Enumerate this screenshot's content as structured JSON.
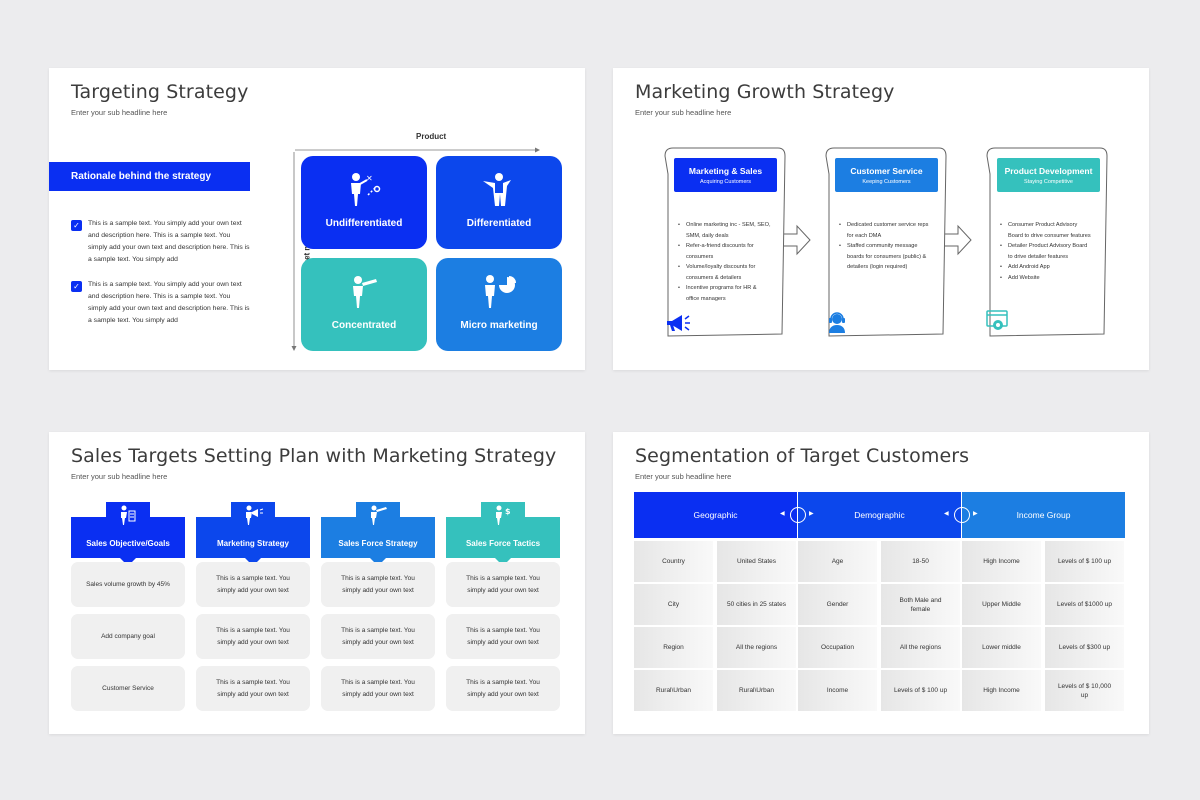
{
  "slide1": {
    "title": "Targeting Strategy",
    "subtitle": "Enter your sub headline here",
    "rationale": "Rationale behind the strategy",
    "points": [
      "This is a sample text. You simply add your own text and description here. This is a sample text. You simply add your own text and description here. This is a sample text. You simply add",
      "This is a sample text. You simply add your own text and description here. This is a sample text. You simply add your own text and description here. This is a sample text. You simply add"
    ],
    "x_axis": "Product",
    "y_axis": "Target market",
    "quadrants": [
      "Undifferentiated",
      "Differentiated",
      "Concentrated",
      "Micro marketing"
    ],
    "colors": {
      "blue": "#0a2ff2",
      "blue2": "#0c47ec",
      "teal": "#35c1bd",
      "sky": "#1c7ee2"
    }
  },
  "slide2": {
    "title": "Marketing Growth Strategy",
    "subtitle": "Enter your sub headline here",
    "stages": [
      {
        "heading": "Marketing & Sales",
        "sub": "Acquiring Customers",
        "icon": "megaphone-icon",
        "items": [
          "Online marketing inc - SEM, SEO, SMM, daily deals",
          "Refer-a-friend discounts for consumers",
          "Volume/loyalty discounts for consumers & detailers",
          "Incentive programs for HR & office managers"
        ]
      },
      {
        "heading": "Customer Service",
        "sub": "Keeping Customers",
        "icon": "headset-agent-icon",
        "items": [
          "Dedicated customer service reps for each DMA",
          "Staffed community message boards for consumers (public) & detailers (login required)"
        ]
      },
      {
        "heading": "Product Development",
        "sub": "Staying Competitive",
        "icon": "web-settings-icon",
        "items": [
          "Consumer Product Advisory Board to drive consumer features",
          "Detailer Product Advisory Board to drive detailer features",
          "Add Android App",
          "Add Website"
        ]
      }
    ]
  },
  "slide3": {
    "title": "Sales Targets Setting Plan with Marketing Strategy",
    "subtitle": "Enter your sub headline here",
    "columns": [
      {
        "label": "Sales Objective/Goals",
        "cells": [
          "Sales volume growth by 45%",
          "Add company goal",
          "Customer Service"
        ]
      },
      {
        "label": "Marketing Strategy",
        "cells": [
          "This is a sample text. You simply add your own text",
          "This is a sample text. You simply add your own text",
          "This is a sample text. You simply add your own text"
        ]
      },
      {
        "label": "Sales Force Strategy",
        "cells": [
          "This is a sample text. You simply add your own text",
          "This is a sample text. You simply add your own text",
          "This is a sample text. You simply add your own text"
        ]
      },
      {
        "label": "Sales Force Tactics",
        "cells": [
          "This is a sample text. You simply add your own text",
          "This is a sample text. You simply add your own text",
          "This is a sample text. You simply add your own text"
        ]
      }
    ]
  },
  "slide4": {
    "title": "Segmentation of Target Customers",
    "subtitle": "Enter your sub headline here",
    "headers": [
      "Geographic",
      "Demographic",
      "Income Group"
    ],
    "rows": [
      [
        "Country",
        "United States",
        "Age",
        "18-50",
        "High Income",
        "Levels of $ 100 up"
      ],
      [
        "City",
        "50 cities in 25 states",
        "Gender",
        "Both Male and female",
        "Upper Middle",
        "Levels of $1000 up"
      ],
      [
        "Region",
        "All the regions",
        "Occupation",
        "All the regions",
        "Lower middle",
        "Levels of $300 up"
      ],
      [
        "Rural\\Urban",
        "Rural\\Urban",
        "Income",
        "Levels of $ 100 up",
        "High Income",
        "Levels of $ 10,000 up"
      ]
    ]
  }
}
